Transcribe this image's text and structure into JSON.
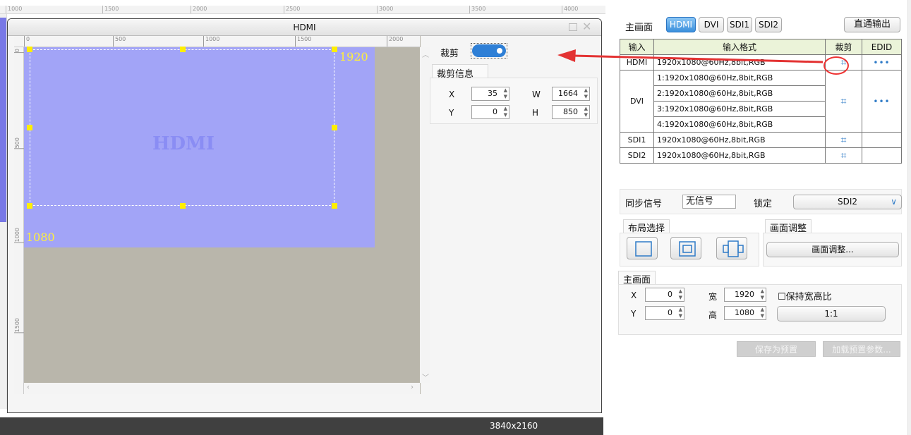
{
  "background": {
    "ruler_ticks": [
      "1000",
      "1500",
      "2000",
      "2500",
      "3000",
      "3500",
      "4000"
    ],
    "resolution": "3840x2160"
  },
  "dialog": {
    "title": "HDMI",
    "canvas": {
      "ruler_ticks": [
        "0",
        "500",
        "1000",
        "1500",
        "2000"
      ],
      "vruler_ticks": [
        "0",
        "500",
        "1000",
        "1500"
      ],
      "video_label": "HDMI",
      "width_label": "1920",
      "height_label": "1080",
      "colors": {
        "video": "#a2a4f7",
        "canvas": "#b9b6ab",
        "handle": "#ffee00"
      }
    },
    "crop": {
      "label": "裁剪",
      "enabled": true,
      "info_tab": "裁剪信息",
      "x_label": "X",
      "x_value": "35",
      "w_label": "W",
      "w_value": "1664",
      "y_label": "Y",
      "y_value": "0",
      "h_label": "H",
      "h_value": "850"
    }
  },
  "panel": {
    "main_label": "主画面",
    "sources": [
      "HDMI",
      "DVI",
      "SDI1",
      "SDI2"
    ],
    "selected_source": "HDMI",
    "direct_output": "直通输出",
    "table": {
      "headers": [
        "输入",
        "输入格式",
        "裁剪",
        "EDID"
      ],
      "rows": [
        {
          "input": "HDMI",
          "formats": [
            "1920x1080@60Hz,8bit,RGB"
          ],
          "edid": "•••"
        },
        {
          "input": "DVI",
          "formats": [
            "1:1920x1080@60Hz,8bit,RGB",
            "2:1920x1080@60Hz,8bit,RGB",
            "3:1920x1080@60Hz,8bit,RGB",
            "4:1920x1080@60Hz,8bit,RGB"
          ],
          "edid": "•••"
        },
        {
          "input": "SDI1",
          "formats": [
            "1920x1080@60Hz,8bit,RGB"
          ],
          "edid": ""
        },
        {
          "input": "SDI2",
          "formats": [
            "1920x1080@60Hz,8bit,RGB"
          ],
          "edid": ""
        }
      ]
    },
    "sync": {
      "label": "同步信号",
      "value": "无信号",
      "lock_label": "锁定",
      "lock_value": "SDI2"
    },
    "layout_tab": "布局选择",
    "adjust_tab": "画面调整",
    "adjust_button": "画面调整...",
    "main_group": {
      "tab": "主画面",
      "x_label": "X",
      "x_value": "0",
      "w_label": "宽",
      "w_value": "1920",
      "y_label": "Y",
      "y_value": "0",
      "h_label": "高",
      "h_value": "1080",
      "keep_ratio": "保持宽高比",
      "one_to_one": "1:1"
    },
    "save_preset": "保存为预置",
    "load_preset": "加载预置参数..."
  },
  "colors": {
    "accent": "#2f7bc7",
    "arrow": "#e33333",
    "table_header": "#ebf3d9"
  }
}
